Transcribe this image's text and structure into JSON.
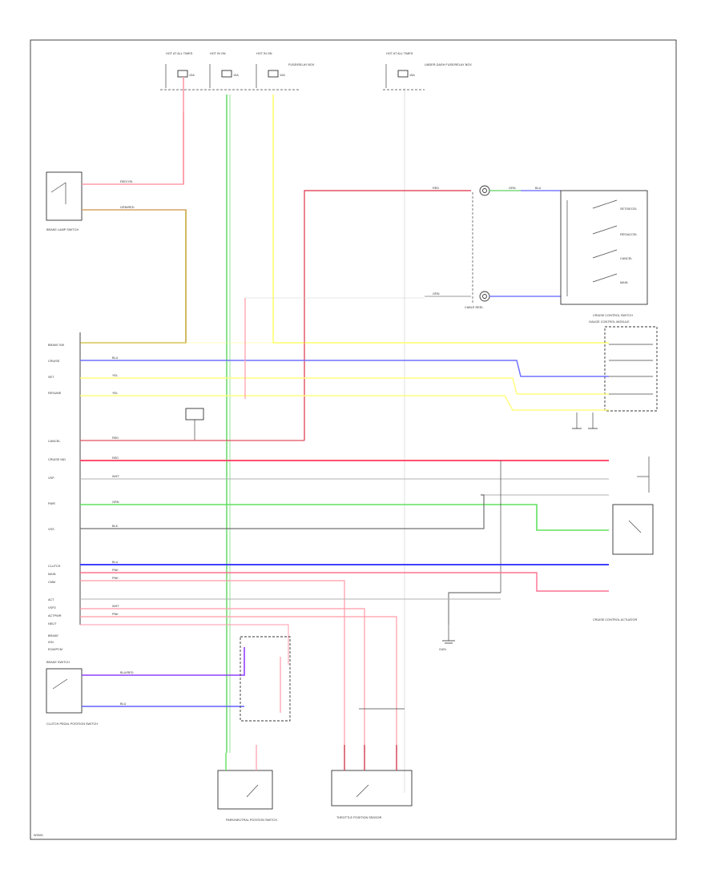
{
  "fuses": [
    {
      "text": "HOT AT ALL TIMES",
      "fuse": "10A",
      "wire": "RED/YEL"
    },
    {
      "text": "HOT IN ON",
      "fuse": "10A",
      "wire": "GRN"
    },
    {
      "text": "HOT IN ON",
      "fuse": "10A",
      "wire": "YEL"
    },
    {
      "text": "HOT AT ALL TIMES",
      "fuse": "15A",
      "wire": "RED"
    }
  ],
  "fuse_box_labels": [
    "FUSE/RELAY BOX",
    "UNDER-DASH FUSE/RELAY BOX"
  ],
  "components": {
    "brake_lamp_switch": "BRAKE LAMP SWITCH",
    "cable_reel": "CABLE REEL",
    "steering_switch": "CRUISE CONTROL SWITCH",
    "combination_meter": "GAUGE CONTROL MODULE",
    "ecm": "ECM/PCM",
    "actuator": "CRUISE CONTROL ACTUATOR",
    "brake_switch_2": "BRAKE SWITCH",
    "clutch_switch": "CLUTCH PEDAL POSITION SWITCH",
    "park_neutral": "PARK/NEUTRAL POSITION SWITCH",
    "throttle": "THROTTLE POSITION SENSOR",
    "ground": "G401"
  },
  "switch_labels": [
    "SET/DECEL",
    "RES/ACCEL",
    "CANCEL",
    "MAIN"
  ],
  "ecm_pins": [
    "BRAKE SW",
    "CRUISE",
    "SET",
    "RESUME",
    "CANCEL",
    "CRUISE IND",
    "VSP",
    "PWR",
    "VSS",
    "CLUTCH",
    "MAIN",
    "CMM",
    "ACT",
    "VSP2",
    "ACTPWR",
    "NEUT",
    "BRAKE",
    "IGN"
  ],
  "wire_colors": [
    "RED/YEL",
    "GRN",
    "YEL",
    "RED",
    "BLU",
    "WHT",
    "BLK",
    "PNK",
    "BLU/RED",
    "GRN/RED"
  ],
  "footer_code": "W3001"
}
